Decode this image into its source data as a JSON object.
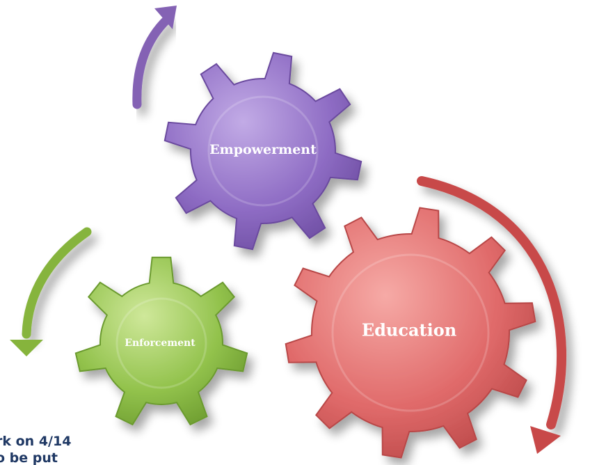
{
  "diagram": {
    "gears": [
      {
        "id": "empowerment",
        "label": "Empowerment",
        "color": "#8e6cc4",
        "light": "#b9a0e0",
        "dark": "#5e4292"
      },
      {
        "id": "enforcement",
        "label": "Enforcement",
        "color": "#8fc04a",
        "light": "#c3e28c",
        "dark": "#5f8e26"
      },
      {
        "id": "education",
        "label": "Education",
        "color": "#e06a6a",
        "light": "#f4a3a0",
        "dark": "#a83c3c"
      }
    ],
    "arrows": [
      {
        "id": "purple-arrow",
        "color": "#8462b4"
      },
      {
        "id": "green-arrow",
        "color": "#86b43c"
      },
      {
        "id": "red-arrow",
        "color": "#c84848"
      }
    ]
  },
  "note": {
    "line1": "rk on 4/14",
    "line2": "o be put"
  }
}
